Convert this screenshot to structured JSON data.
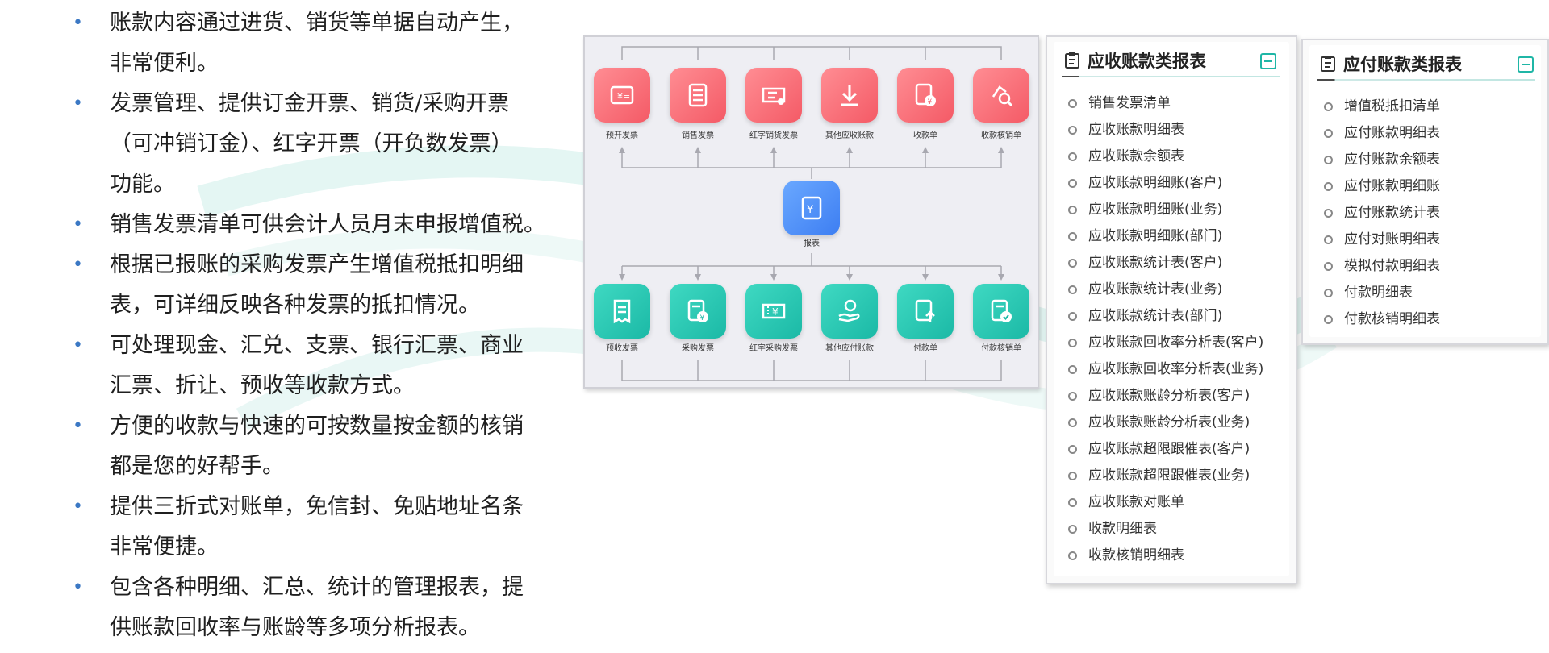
{
  "bullets": [
    "账款内容通过进货、销货等单据自动产生，非常便利。",
    "发票管理、提供订金开票、销货/采购开票（可冲销订金）、红字开票（开负数发票）功能。",
    "销售发票清单可供会计人员月末申报增值税。",
    "根据已报账的采购发票产生增值税抵扣明细表，可详细反映各种发票的抵扣情况。",
    "可处理现金、汇兑、支票、银行汇票、商业汇票、折让、预收等收款方式。",
    "方便的收款与快速的可按数量按金额的核销都是您的好帮手。",
    "提供三折式对账单，免信封、免贴地址名条非常便捷。",
    "包含各种明细、汇总、统计的管理报表，提供账款回收率与账龄等多项分析报表。"
  ],
  "bullet_lines": [
    [
      "账款内容通过进货、销货等单据自动产生，",
      "非常便利。"
    ],
    [
      "发票管理、提供订金开票、销货/采购开票",
      "（可冲销订金）、红字开票（开负数发票）",
      "功能。"
    ],
    [
      "销售发票清单可供会计人员月末申报增值税。"
    ],
    [
      "根据已报账的采购发票产生增值税抵扣明细",
      "表，可详细反映各种发票的抵扣情况。"
    ],
    [
      "可处理现金、汇兑、支票、银行汇票、商业",
      "汇票、折让、预收等收款方式。"
    ],
    [
      "方便的收款与快速的可按数量按金额的核销",
      "都是您的好帮手。"
    ],
    [
      "提供三折式对账单，免信封、免贴地址名条",
      "非常便捷。"
    ],
    [
      "包含各种明细、汇总、统计的管理报表，提",
      "供账款回收率与账龄等多项分析报表。"
    ]
  ],
  "diagram": {
    "top_row": [
      "预开发票",
      "销售发票",
      "红字销货发票",
      "其他应收账款",
      "收款单",
      "收款核销单"
    ],
    "center": "报表",
    "bottom_row": [
      "预收发票",
      "采购发票",
      "红字采购发票",
      "其他应付账款",
      "付款单",
      "付款核销单"
    ],
    "colors": {
      "top": "#f45a66",
      "bottom": "#1bb9a6",
      "center": "#3d7ef2"
    }
  },
  "receivable_panel": {
    "title": "应收账款类报表",
    "items": [
      "销售发票清单",
      "应收账款明细表",
      "应收账款余额表",
      "应收账款明细账(客户)",
      "应收账款明细账(业务)",
      "应收账款明细账(部门)",
      "应收账款统计表(客户)",
      "应收账款统计表(业务)",
      "应收账款统计表(部门)",
      "应收账款回收率分析表(客户)",
      "应收账款回收率分析表(业务)",
      "应收账款账龄分析表(客户)",
      "应收账款账龄分析表(业务)",
      "应收账款超限跟催表(客户)",
      "应收账款超限跟催表(业务)",
      "应收账款对账单",
      "收款明细表",
      "收款核销明细表"
    ]
  },
  "payable_panel": {
    "title": "应付账款类报表",
    "items": [
      "增值税抵扣清单",
      "应付账款明细表",
      "应付账款余额表",
      "应付账款明细账",
      "应付账款统计表",
      "应付对账明细表",
      "模拟付款明细表",
      "付款明细表",
      "付款核销明细表"
    ]
  }
}
